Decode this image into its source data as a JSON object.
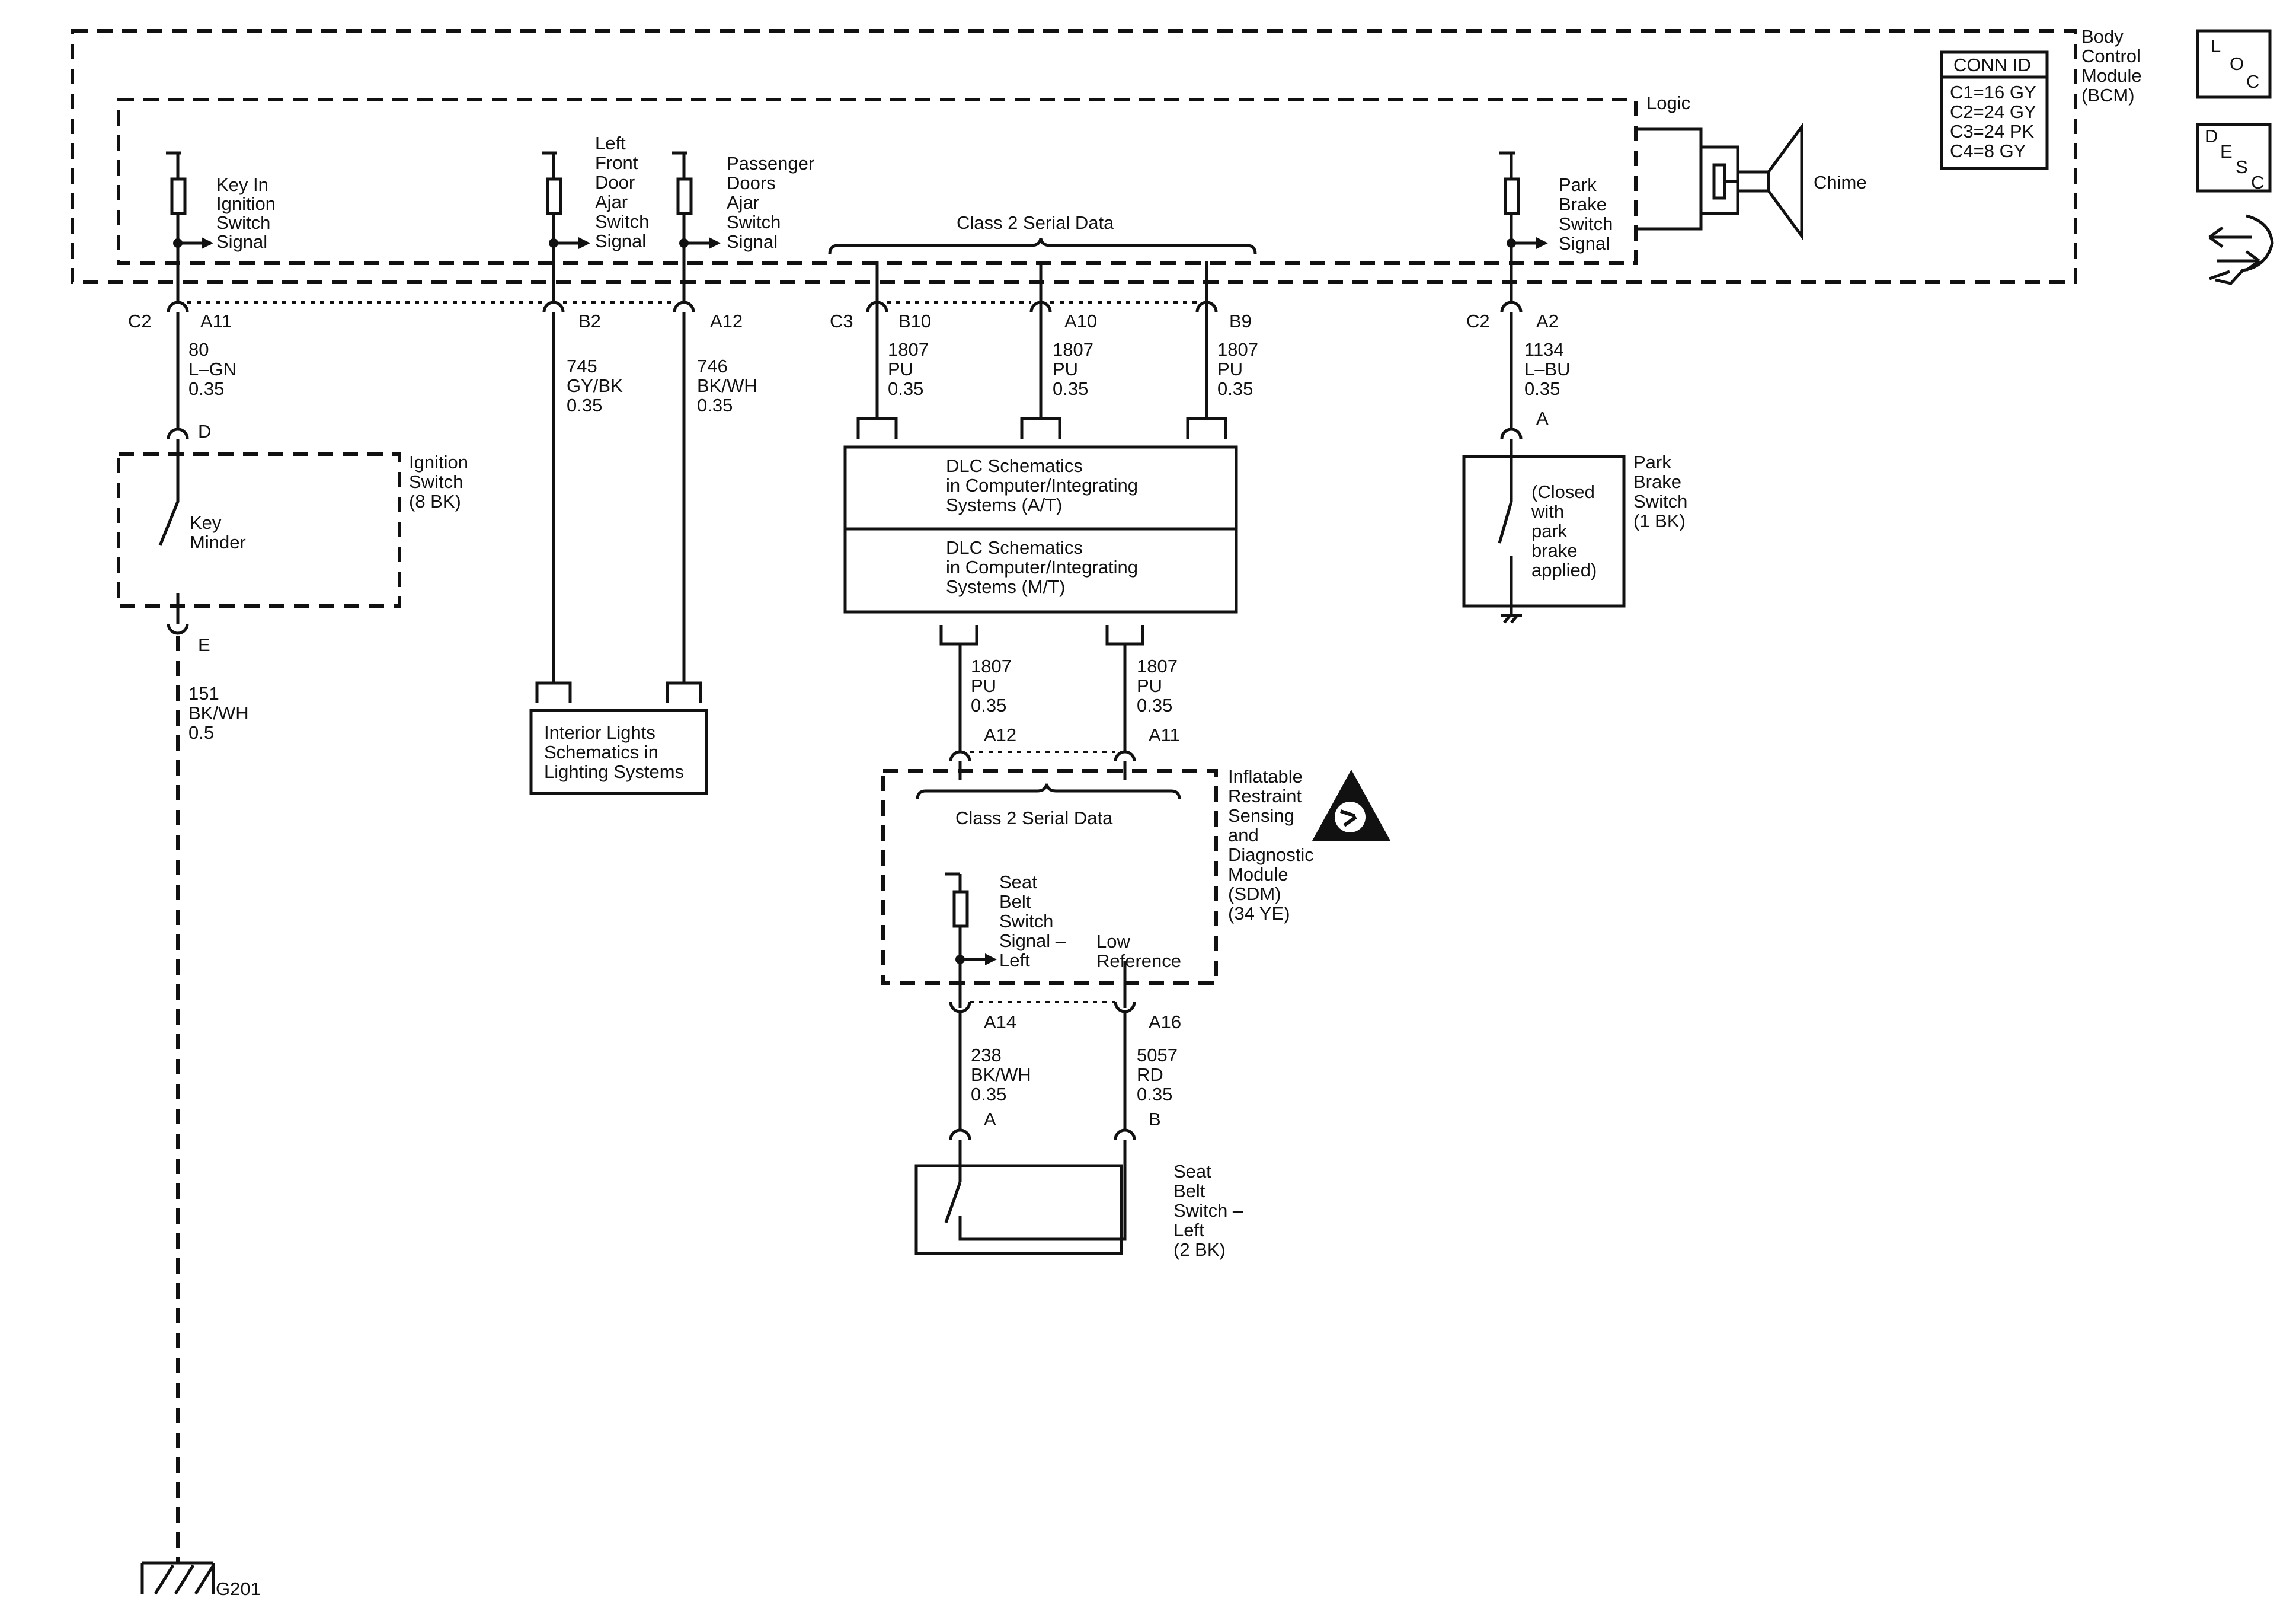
{
  "module": {
    "name": [
      "Body",
      "Control",
      "Module",
      "(BCM)"
    ],
    "logic": "Logic",
    "chime": "Chime"
  },
  "conn_table": {
    "title": "CONN ID",
    "rows": [
      "C1=16 GY",
      "C2=24 GY",
      "C3=24 PK",
      "C4=8 GY"
    ]
  },
  "nav_icons": {
    "loc": [
      "L",
      "O",
      "C"
    ],
    "desc": [
      "D",
      "E",
      "S",
      "C"
    ],
    "third": "connector-wrench-icon"
  },
  "bcm_signals": {
    "key_in": [
      "Key In",
      "Ignition",
      "Switch",
      "Signal"
    ],
    "lf_door": [
      "Left",
      "Front",
      "Door",
      "Ajar",
      "Switch",
      "Signal"
    ],
    "pass_doors": [
      "Passenger",
      "Doors",
      "Ajar",
      "Switch",
      "Signal"
    ],
    "class2": "Class 2 Serial Data",
    "park_brake": [
      "Park",
      "Brake",
      "Switch",
      "Signal"
    ]
  },
  "connectors": {
    "c2": "C2",
    "a11": "A11",
    "b2": "B2",
    "a12": "A12",
    "c3": "C3",
    "b10": "B10",
    "a10": "A10",
    "b9": "B9",
    "c2b": "C2",
    "a2": "A2"
  },
  "wires": {
    "w80": [
      "80",
      "L–GN",
      "0.35"
    ],
    "w745": [
      "745",
      "GY/BK",
      "0.35"
    ],
    "w746": [
      "746",
      "BK/WH",
      "0.35"
    ],
    "w1807a": [
      "1807",
      "PU",
      "0.35"
    ],
    "w1807b": [
      "1807",
      "PU",
      "0.35"
    ],
    "w1807c": [
      "1807",
      "PU",
      "0.35"
    ],
    "w1134": [
      "1134",
      "L–BU",
      "0.35"
    ],
    "w151": [
      "151",
      "BK/WH",
      "0.5"
    ],
    "w1807d": [
      "1807",
      "PU",
      "0.35"
    ],
    "w1807e": [
      "1807",
      "PU",
      "0.35"
    ],
    "w238": [
      "238",
      "BK/WH",
      "0.35"
    ],
    "w5057": [
      "5057",
      "RD",
      "0.35"
    ]
  },
  "ignition_switch": {
    "name": [
      "Ignition",
      "Switch",
      "(8 BK)"
    ],
    "contact": [
      "Key",
      "Minder"
    ],
    "pin_top": "D",
    "pin_bottom": "E"
  },
  "interior_lights": [
    "Interior Lights",
    "Schematics in",
    "Lighting Systems"
  ],
  "dlc_at": [
    "DLC Schematics",
    "in Computer/Integrating",
    "Systems (A/T)"
  ],
  "dlc_mt": [
    "DLC Schematics",
    "in Computer/Integrating",
    "Systems (M/T)"
  ],
  "park_brake_switch": {
    "name": [
      "Park",
      "Brake",
      "Switch",
      "(1 BK)"
    ],
    "note": [
      "(Closed",
      "with",
      "park",
      "brake",
      "applied)"
    ],
    "pin": "A"
  },
  "sdm": {
    "name": [
      "Inflatable",
      "Restraint",
      "Sensing",
      "and",
      "Diagnostic",
      "Module",
      "(SDM)",
      "(34 YE)"
    ],
    "class2": "Class 2 Serial Data",
    "pin_a12": "A12",
    "pin_a11": "A11",
    "pin_a14": "A14",
    "pin_a16": "A16",
    "seat_signal": [
      "Seat",
      "Belt",
      "Switch",
      "Signal –",
      "Left"
    ],
    "low_ref": [
      "Low",
      "Reference"
    ]
  },
  "seat_belt_switch": {
    "name": [
      "Seat",
      "Belt",
      "Switch –",
      "Left",
      "(2 BK)"
    ],
    "pin_a": "A",
    "pin_b": "B"
  },
  "ground": "G201"
}
